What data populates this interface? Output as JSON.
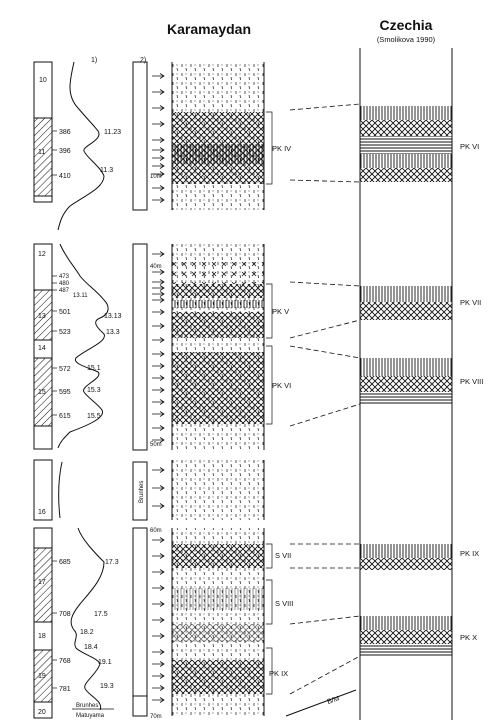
{
  "titles": {
    "karamaydan": "Karamaydan",
    "czechia": "Czechia",
    "czechia_source": "(Smolikova 1990)",
    "col1": "1)",
    "col2": "2)"
  },
  "stages": [
    "10",
    "11",
    "12",
    "13",
    "14",
    "15",
    "16",
    "17",
    "18",
    "19",
    "20"
  ],
  "ages": [
    "386",
    "396",
    "410",
    "473",
    "480",
    "487",
    "501",
    "523",
    "572",
    "595",
    "615",
    "685",
    "708",
    "768",
    "781"
  ],
  "curve_values": [
    "11.23",
    "11.3",
    "13.11",
    "13.13",
    "13.3",
    "15.1",
    "15.3",
    "15.5",
    "17.3",
    "17.5",
    "18.2",
    "18.4",
    "19.1",
    "19.3"
  ],
  "depths": [
    "10m",
    "40m",
    "50m",
    "60m",
    "70m"
  ],
  "karamaydan_units": [
    "PK IV",
    "PK V",
    "PK VI",
    "S VII",
    "S VIII",
    "PK IX"
  ],
  "czechia_units": [
    "PK VI",
    "PK VII",
    "PK VIII",
    "PK IX",
    "PK X"
  ],
  "boundary_labels": {
    "brunhes_box": "Brunhes",
    "brunhes": "Brunhes",
    "matuyama": "Matuyama",
    "bm": "B/M"
  }
}
